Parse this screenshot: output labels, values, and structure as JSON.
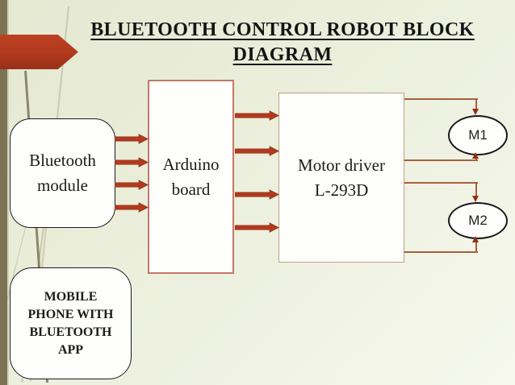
{
  "title": {
    "line1": "BLUETOOTH CONTROL ROBOT BLOCK",
    "line2": "DIAGRAM"
  },
  "blocks": {
    "bluetooth_module": {
      "lines": [
        "Bluetooth",
        "module"
      ]
    },
    "arduino_board": {
      "lines": [
        "Arduino",
        "board"
      ]
    },
    "motor_driver": {
      "lines": [
        "Motor driver",
        "L-293D"
      ]
    },
    "mobile_phone": {
      "lines": [
        "MOBILE",
        "PHONE WITH",
        "BLUETOOTH",
        "APP"
      ]
    },
    "motor_1": {
      "label": "M1"
    },
    "motor_2": {
      "label": "M2"
    }
  },
  "colors": {
    "background": "#eaeeda",
    "side_stripe": "#7b7454",
    "flow_arrow": "#b23a1d",
    "connector_line": "#a5613c",
    "arduino_border": "#c4786a",
    "motor_driver_border": "#bfa183",
    "title_text": "#141414"
  }
}
